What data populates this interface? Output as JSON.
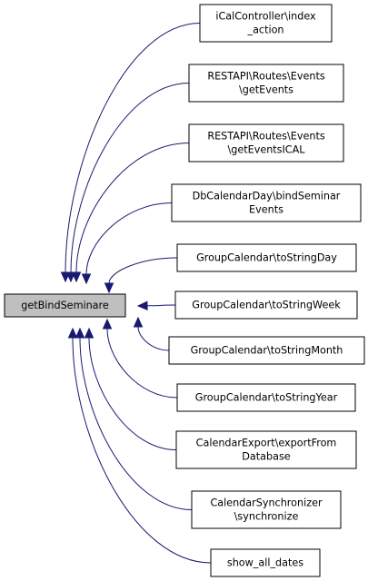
{
  "focus_node": {
    "lines": [
      "getBindSeminare"
    ]
  },
  "callers": [
    {
      "id": "ical-index-action",
      "lines": [
        "iCalController\\index",
        "_action"
      ]
    },
    {
      "id": "restapi-getevents",
      "lines": [
        "RESTAPI\\Routes\\Events",
        "\\getEvents"
      ]
    },
    {
      "id": "restapi-geteventsical",
      "lines": [
        "RESTAPI\\Routes\\Events",
        "\\getEventsICAL"
      ]
    },
    {
      "id": "dbcalendarday-bindseminarevents",
      "lines": [
        "DbCalendarDay\\bindSeminar",
        "Events"
      ]
    },
    {
      "id": "groupcalendar-tostringday",
      "lines": [
        "GroupCalendar\\toStringDay"
      ]
    },
    {
      "id": "groupcalendar-tostringweek",
      "lines": [
        "GroupCalendar\\toStringWeek"
      ]
    },
    {
      "id": "groupcalendar-tostringmonth",
      "lines": [
        "GroupCalendar\\toStringMonth"
      ]
    },
    {
      "id": "groupcalendar-tostringyear",
      "lines": [
        "GroupCalendar\\toStringYear"
      ]
    },
    {
      "id": "calendarexport-exportfromdatabase",
      "lines": [
        "CalendarExport\\exportFrom",
        "Database"
      ]
    },
    {
      "id": "calendarsynchronizer-synchronize",
      "lines": [
        "CalendarSynchronizer",
        "\\synchronize"
      ]
    },
    {
      "id": "show-all-dates",
      "lines": [
        "show_all_dates"
      ]
    }
  ],
  "colors": {
    "edge": "#191970",
    "focus_fill": "#bfbfbf",
    "node_fill": "#ffffff",
    "border": "#000000"
  }
}
